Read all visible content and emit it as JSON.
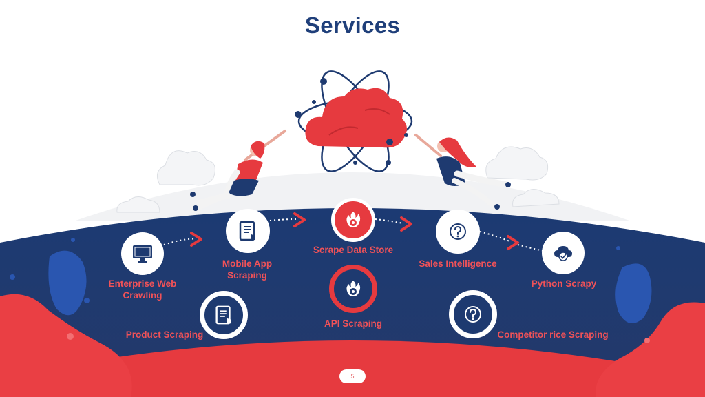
{
  "title": "Services",
  "page_number": "5",
  "services": {
    "enterprise_web_crawling": {
      "label": "Enterprise Web\nCrawling",
      "icon": "monitor-icon"
    },
    "mobile_app_scraping": {
      "label": "Mobile App\nScraping",
      "icon": "tablet-touch-icon"
    },
    "scrape_data_store": {
      "label": "Scrape Data Store",
      "icon": "gear-fire-icon"
    },
    "sales_intelligence": {
      "label": "Sales Intelligence",
      "icon": "question-icon"
    },
    "python_scrapy": {
      "label": "Python Scrapy",
      "icon": "cloud-check-icon"
    },
    "product_scraping": {
      "label": "Product Scraping",
      "icon": "tablet-touch-icon"
    },
    "api_scraping": {
      "label": "API Scraping",
      "icon": "gear-fire-icon"
    },
    "competitor_price_scraping": {
      "label": "Competitor rice Scraping",
      "icon": "question-icon"
    }
  },
  "colors": {
    "navy": "#1e3a70",
    "red": "#e63a3f",
    "label_red": "#f05258",
    "title_blue": "#1f3f7a"
  }
}
